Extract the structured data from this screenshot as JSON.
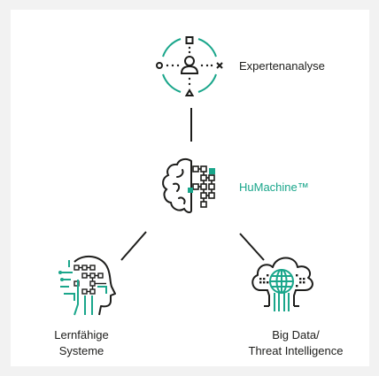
{
  "colors": {
    "accent": "#1aa68b",
    "ink": "#1d1d1b",
    "background": "#f2f2f2",
    "card": "#ffffff"
  },
  "nodes": {
    "top": {
      "label": "Expertenanalyse",
      "icon": "expert-analysis-icon"
    },
    "center": {
      "label": "HuMachine™",
      "icon": "brain-circuit-icon"
    },
    "left": {
      "label_line1": "Lernfähige",
      "label_line2": "Systeme",
      "icon": "head-circuit-icon"
    },
    "right": {
      "label_line1": "Big Data/",
      "label_line2": "Threat Intelligence",
      "icon": "cloud-globe-icon"
    }
  }
}
